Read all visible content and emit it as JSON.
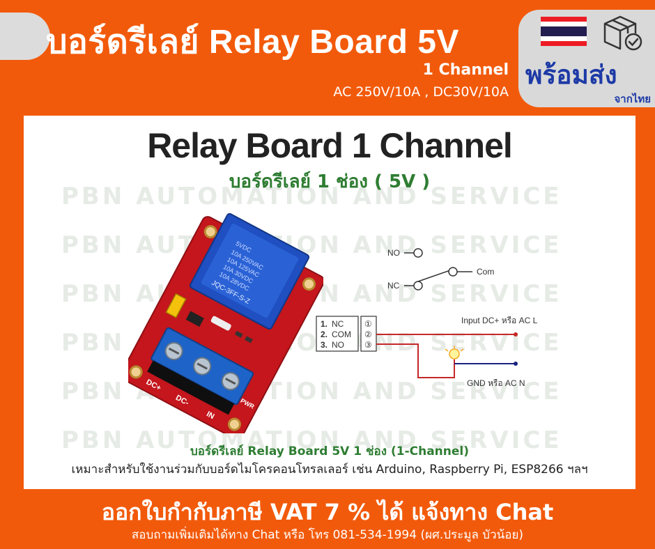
{
  "header": {
    "title": "บอร์ดรีเลย์ Relay Board 5V",
    "channel": "1 Channel",
    "rating": "AC 250V/10A , DC30V/10A"
  },
  "badge": {
    "ready": "พร้อมส่ง",
    "from": "จากไทย",
    "flag_colors": [
      "#ed1c24",
      "#ffffff",
      "#241d4f"
    ]
  },
  "watermark": "PBN AUTOMATION AND SERVICE",
  "panel": {
    "title": "Relay Board 1 Channel",
    "subtitle": "บอร์ดรีเลย์ 1 ช่อง ( 5V )"
  },
  "board": {
    "relay_text": [
      "5VDC",
      "10A 250VAC",
      "10A 125VAC",
      "10A 30VDC",
      "10A 28VDC",
      "JQC-3FF-S-Z"
    ],
    "terminals": [
      "DC+",
      "DC-",
      "IN"
    ],
    "pwr_label": "PWR"
  },
  "diagram": {
    "no_label": "NO",
    "nc_label": "NC",
    "com_label": "Com",
    "pins": [
      "1.",
      "2.",
      "3."
    ],
    "pin_names": [
      "NC",
      "COM",
      "NO"
    ],
    "pin_marks": [
      "①",
      "②",
      "③"
    ],
    "input_label": "Input DC+ หรือ AC L",
    "gnd_label": "GND หรือ AC N"
  },
  "caption": {
    "line1": "บอร์ดรีเลย์ Relay Board 5V  1 ช่อง (1-Channel)",
    "line2": "เหมาะสำหรับใช้งานร่วมกับบอร์ดไมโครคอนโทรลเลอร์ เช่น Arduino, Raspberry Pi, ESP8266 ฯลฯ"
  },
  "footer": {
    "line1": "ออกใบกำกับภาษี VAT 7 % ได้ แจ้งทาง Chat",
    "line2": "สอบถามเพิ่มเติมได้ทาง Chat หรือ โทร 081-534-1994 (ผศ.ประมูล บัวน้อย)"
  },
  "colors": {
    "background": "#f25a0b",
    "accent_blue": "#1d3aa6",
    "green": "#2e7d32",
    "wire_red": "#c62828",
    "wire_blue": "#1a237e"
  }
}
